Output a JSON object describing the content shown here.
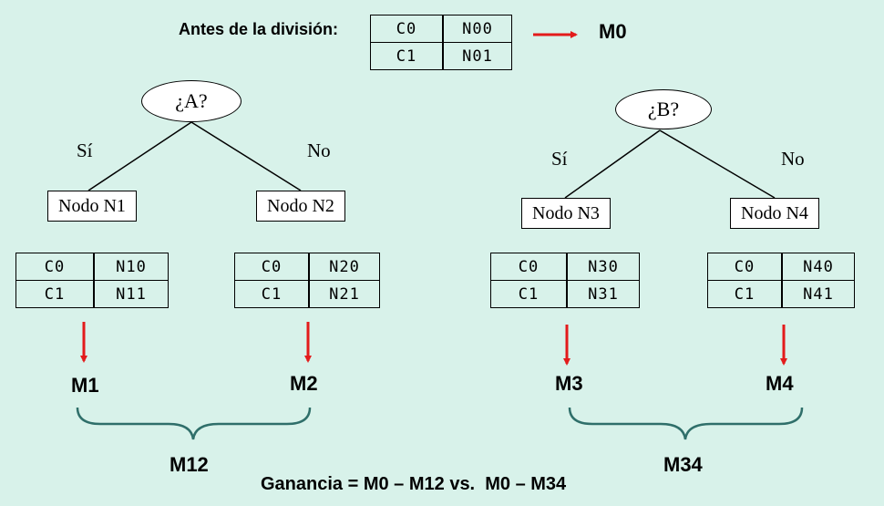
{
  "header": {
    "before_label": "Antes de la división:",
    "table": [
      [
        "C0",
        "N00"
      ],
      [
        "C1",
        "N01"
      ]
    ],
    "measure": "M0"
  },
  "left_tree": {
    "question": "¿A?",
    "yes_label": "Sí",
    "no_label": "No",
    "nodes": [
      {
        "name": "Nodo N1",
        "table": [
          [
            "C0",
            "N10"
          ],
          [
            "C1",
            "N11"
          ]
        ],
        "measure": "M1"
      },
      {
        "name": "Nodo N2",
        "table": [
          [
            "C0",
            "N20"
          ],
          [
            "C1",
            "N21"
          ]
        ],
        "measure": "M2"
      }
    ],
    "combined": "M12"
  },
  "right_tree": {
    "question": "¿B?",
    "yes_label": "Sí",
    "no_label": "No",
    "nodes": [
      {
        "name": "Nodo N3",
        "table": [
          [
            "C0",
            "N30"
          ],
          [
            "C1",
            "N31"
          ]
        ],
        "measure": "M3"
      },
      {
        "name": "Nodo N4",
        "table": [
          [
            "C0",
            "N40"
          ],
          [
            "C1",
            "N41"
          ]
        ],
        "measure": "M4"
      }
    ],
    "combined": "M34"
  },
  "footer": {
    "gain": "Ganancia = M0 – M12 vs.  M0 – M34"
  },
  "colors": {
    "background": "#d8f2ea",
    "arrow": "#e31b1b",
    "brace": "#2f6f6a"
  }
}
